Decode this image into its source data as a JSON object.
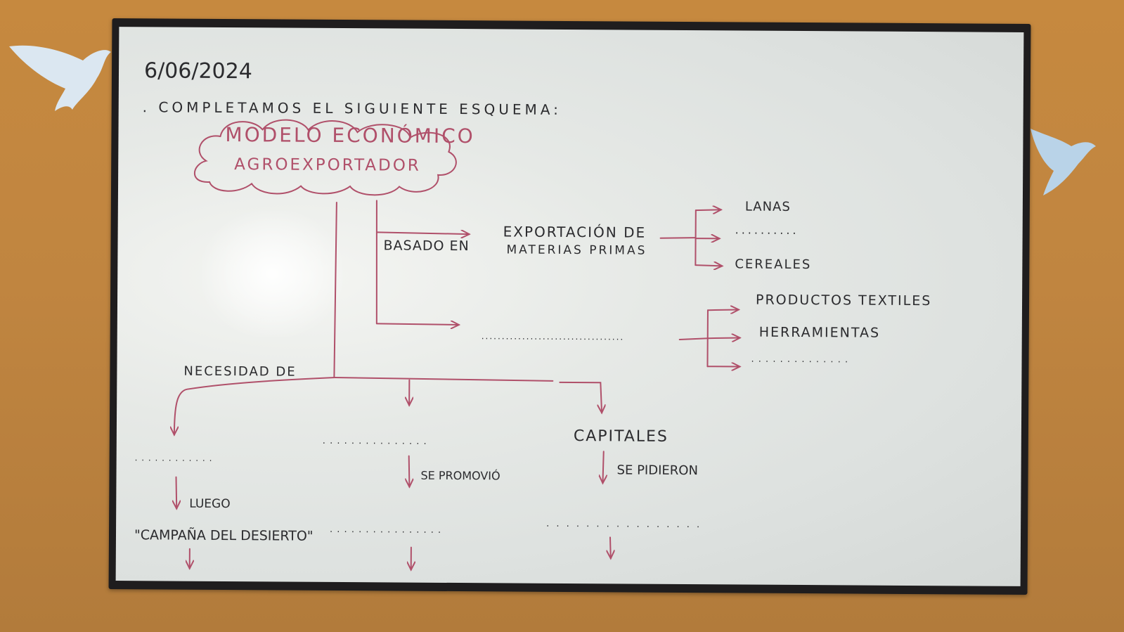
{
  "board": {
    "date": "6/06/2024",
    "instruction": ". COMPLETAMOS EL SIGUIENTE ESQUEMA:",
    "cloud": {
      "line1": "MODELO ECONÓMICO",
      "line2": "AGROEXPORTADOR"
    },
    "based_on_label": "BASADO EN",
    "export_line1": "EXPORTACIÓN DE",
    "export_line2": "MATERIAS PRIMAS",
    "export_items": {
      "item1": "LANAS",
      "item2_blank": "..........",
      "item3": "CEREALES"
    },
    "import_blank": "...................................",
    "import_items": {
      "item1": "PRODUCTOS TEXTILES",
      "item2": "HERRAMIENTAS",
      "item3_blank": ". . . . . . . . . . . . . ."
    },
    "need_label": "NECESIDAD DE",
    "branches": {
      "left": {
        "blank": ". . . . . . . . . . . .",
        "connector": "LUEGO",
        "result": "\"CAMPAÑA DEL DESIERTO\""
      },
      "middle": {
        "blank": ". . . . . . . . . . . . . . .",
        "connector": "SE PROMOVIÓ",
        "result_blank": ". . . . . . . . . . . . . . . ."
      },
      "right": {
        "label": "CAPITALES",
        "connector": "SE PIDIERON",
        "result_blank": ". . . . . . . . . . . . . . . ."
      }
    }
  },
  "colors": {
    "wall": "#c6893f",
    "frame": "#1f1d1e",
    "board": "#e6e9e6",
    "black_marker": "#2b2b2e",
    "pink_marker": "#b0506a",
    "dove": "#d9e6f0"
  },
  "icons": [
    "dove-icon-left",
    "dove-icon-right"
  ]
}
